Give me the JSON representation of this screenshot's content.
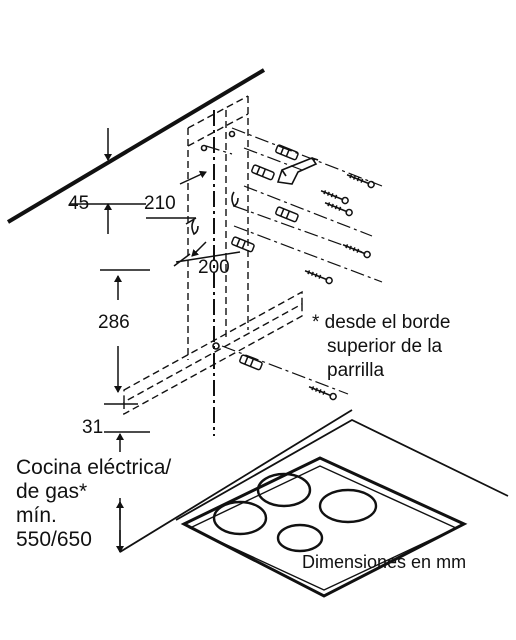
{
  "dimensions": {
    "d45": "45",
    "d210": "210",
    "d200": "200",
    "d286": "286",
    "d31": "31"
  },
  "note": {
    "line1": "* desde el borde",
    "line2": "superior de la",
    "line3": "parrilla"
  },
  "cooktop_label": {
    "line1": "Cocina eléctrica/",
    "line2": "de gas*",
    "line3": "mín.",
    "line4": "550/650"
  },
  "units_label": "Dimensiones en mm"
}
